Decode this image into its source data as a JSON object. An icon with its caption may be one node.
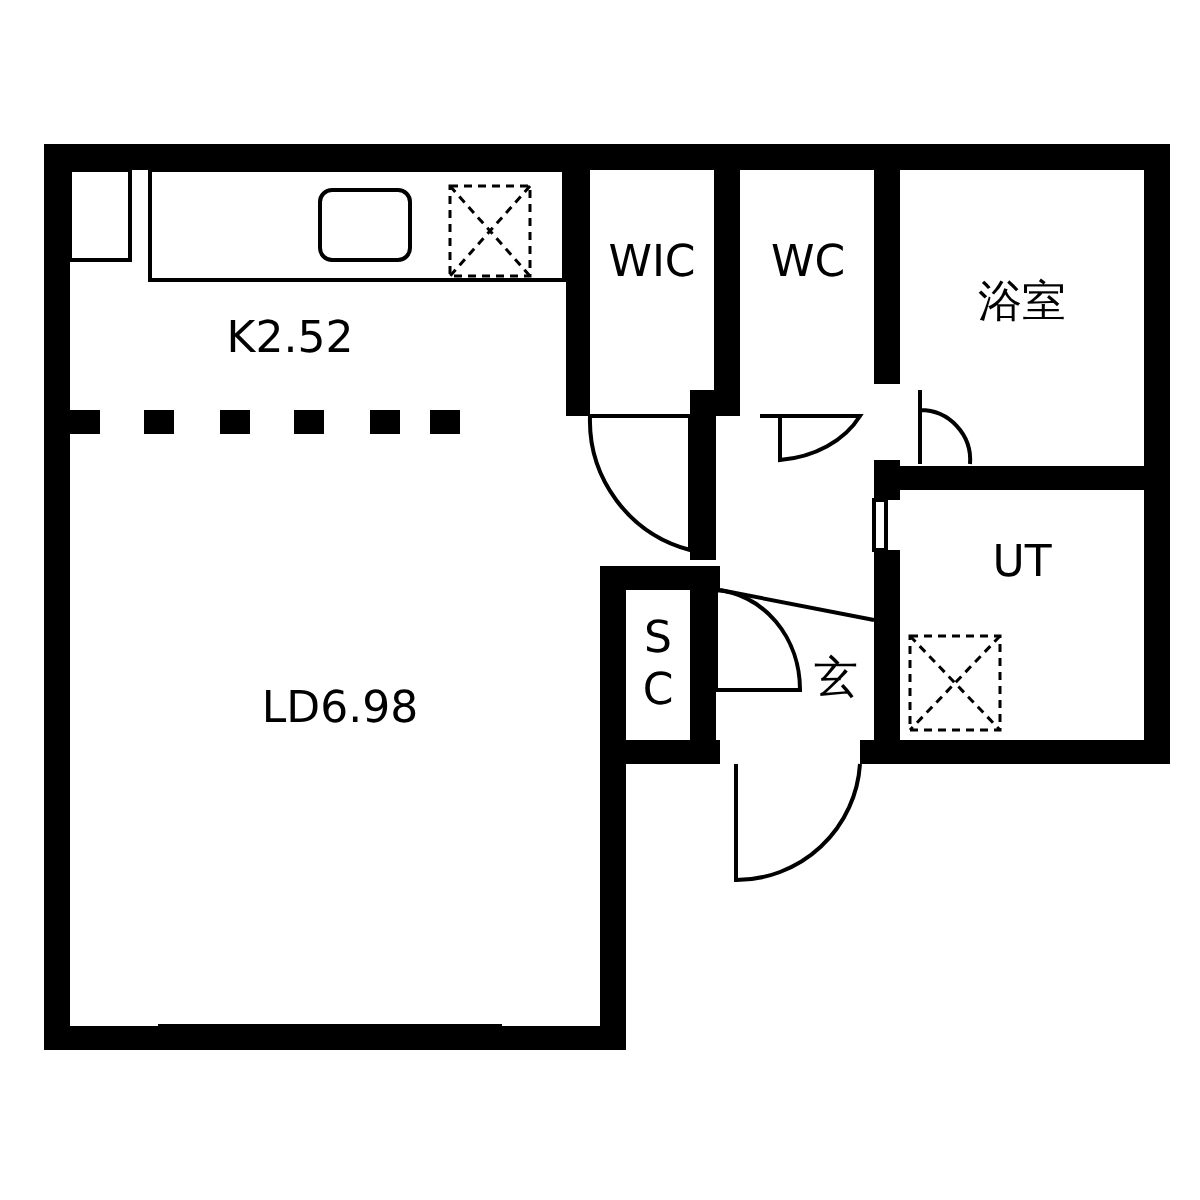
{
  "diagram": {
    "nodes": [
      {
        "text": [
          "K2.52"
        ]
      },
      {
        "text": [
          "WIC"
        ]
      },
      {
        "text": [
          "WC"
        ]
      },
      {
        "text": [
          "浴室"
        ]
      },
      {
        "text": [
          "LD6.98"
        ]
      },
      {
        "text": [
          "UT"
        ]
      },
      {
        "text": [
          "S C"
        ]
      },
      {
        "text": [
          "玄"
        ]
      }
    ]
  }
}
